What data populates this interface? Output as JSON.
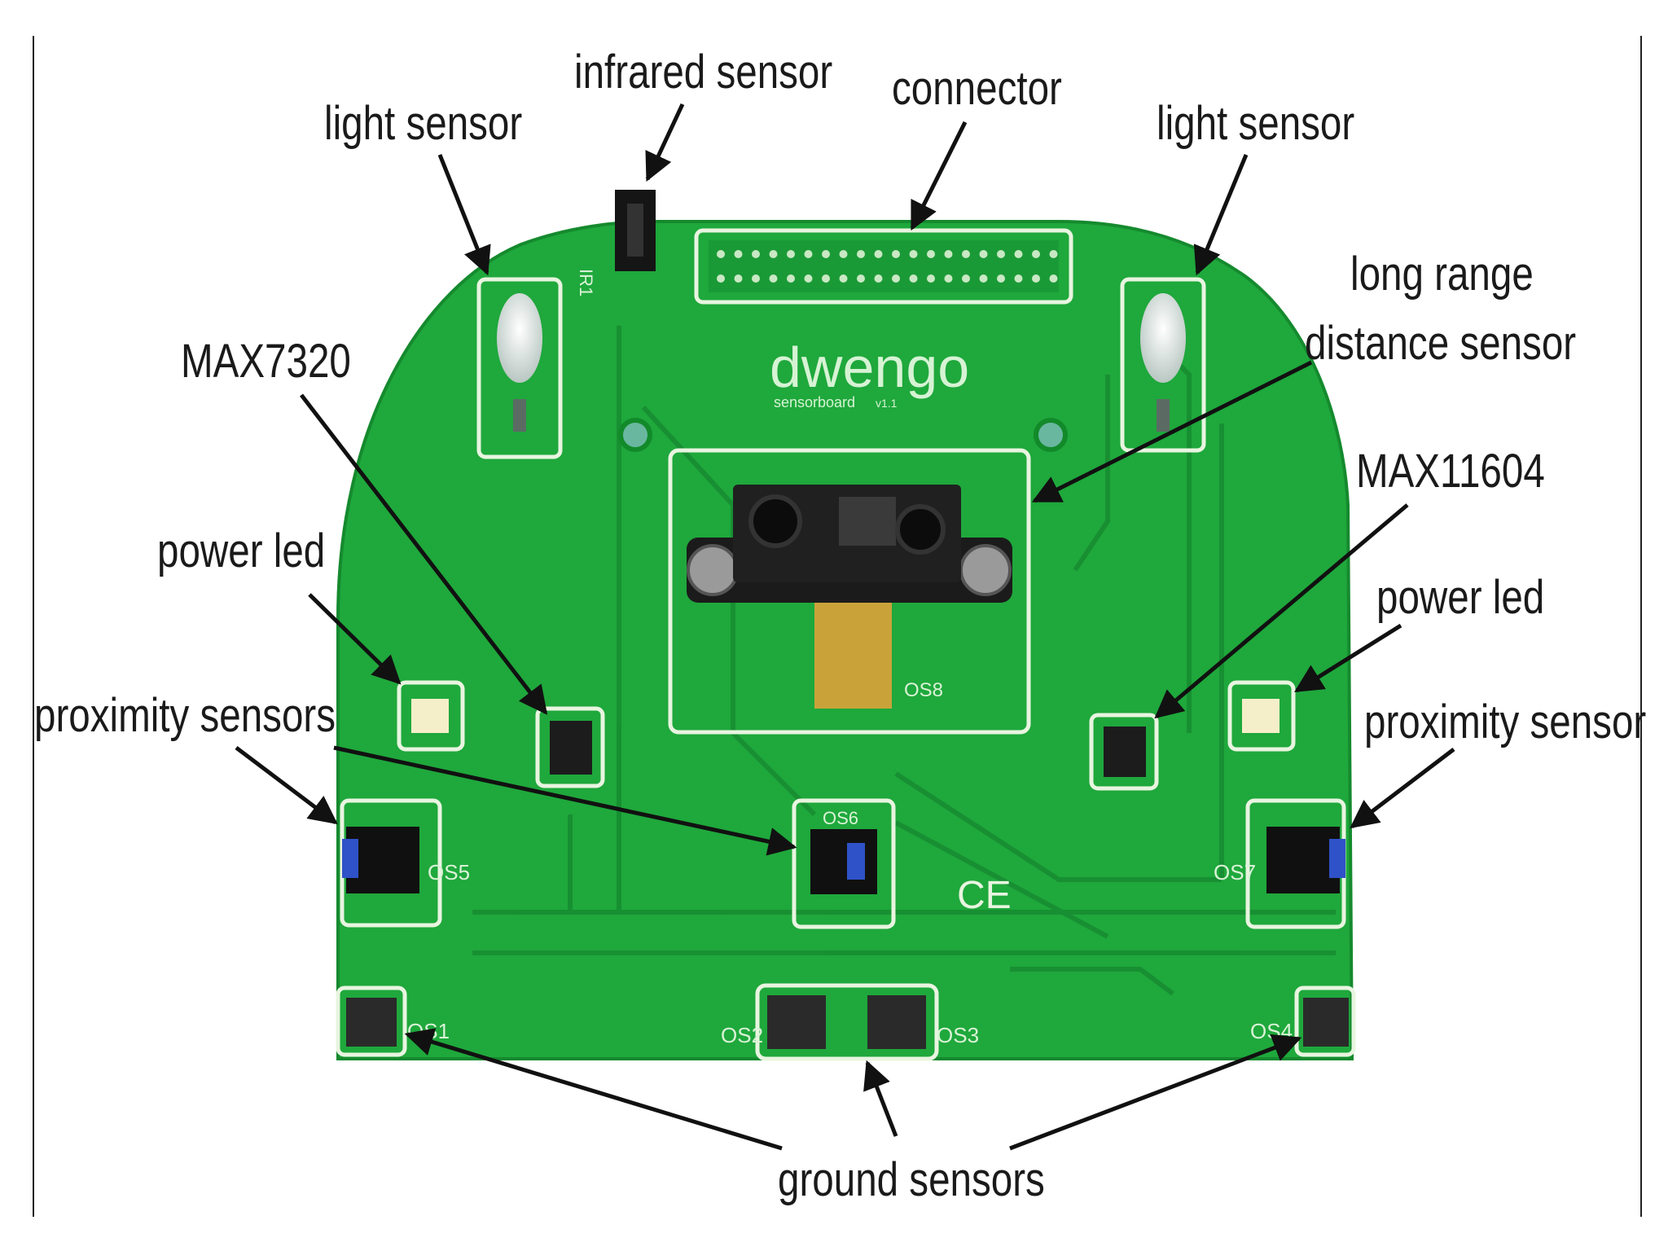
{
  "board": {
    "brand": "dwengo",
    "brand_sub": "sensorboard",
    "brand_ver": "v1.1",
    "silk": {
      "ir1": "IR1",
      "os1": "OS1",
      "os2": "OS2",
      "os3": "OS3",
      "os4": "OS4",
      "os5": "OS5",
      "os6": "OS6",
      "os7": "OS7",
      "os8": "OS8",
      "ce": "CE"
    }
  },
  "labels": {
    "infrared_sensor": "infrared sensor",
    "connector": "connector",
    "light_sensor_left": "light sensor",
    "light_sensor_right": "light sensor",
    "long_range_line1": "long range",
    "long_range_line2": "distance sensor",
    "max7320": "MAX7320",
    "max11604": "MAX11604",
    "power_led_left": "power led",
    "power_led_right": "power led",
    "proximity_sensors": "proximity sensors",
    "proximity_sensor_right": "proximity sensor",
    "ground_sensors": "ground sensors"
  },
  "colors": {
    "pcb": "#1fa83c",
    "pcb_dark": "#158a2e",
    "highlight": "#e8f5e0",
    "arrow": "#111111",
    "chip": "#1c1c1c"
  }
}
